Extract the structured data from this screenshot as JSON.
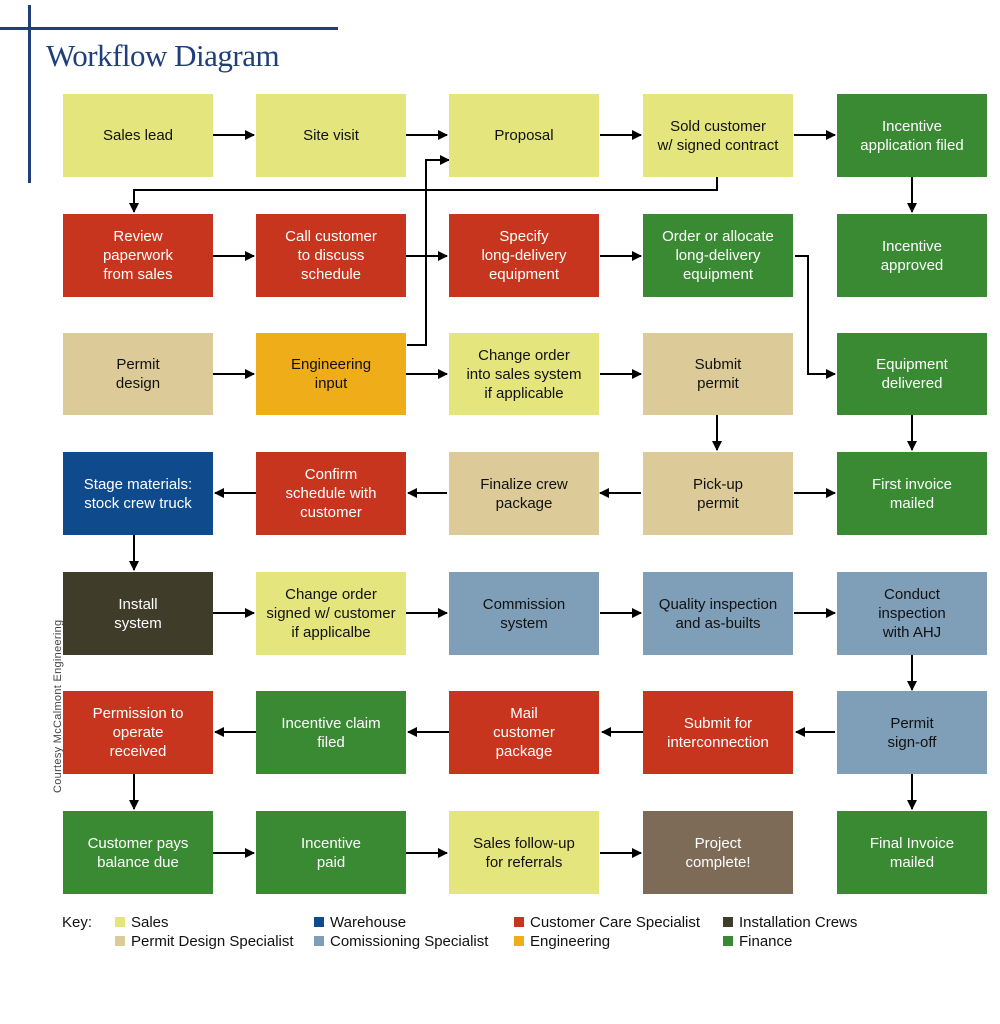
{
  "header": {
    "title": "Workflow Diagram",
    "credit": "Courtesy McCalmont Engineering"
  },
  "colors": {
    "sales": "#e5e57e",
    "permit": "#dccb99",
    "warehouse": "#0f4b8c",
    "commissioning": "#7f9fb8",
    "customer_care": "#c8351f",
    "engineering": "#f0ad1a",
    "installation": "#3f3d2a",
    "finance": "#3a8a33",
    "complete": "#7d6b57"
  },
  "boxes": [
    {
      "id": "sales-lead",
      "label": "Sales lead",
      "role": "sales"
    },
    {
      "id": "site-visit",
      "label": "Site visit",
      "role": "sales"
    },
    {
      "id": "proposal",
      "label": "Proposal",
      "role": "sales"
    },
    {
      "id": "sold-customer",
      "label": "Sold customer\nw/ signed contract",
      "role": "sales"
    },
    {
      "id": "incentive-application",
      "label": "Incentive\napplication filed",
      "role": "finance"
    },
    {
      "id": "review-paperwork",
      "label": "Review\npaperwork\nfrom sales",
      "role": "customer_care"
    },
    {
      "id": "call-customer",
      "label": "Call customer\nto discuss\nschedule",
      "role": "customer_care"
    },
    {
      "id": "specify-equipment",
      "label": "Specify\nlong-delivery\nequipment",
      "role": "customer_care"
    },
    {
      "id": "order-equipment",
      "label": "Order or allocate\nlong-delivery\nequipment",
      "role": "finance"
    },
    {
      "id": "incentive-approved",
      "label": "Incentive\napproved",
      "role": "finance"
    },
    {
      "id": "permit-design",
      "label": "Permit\ndesign",
      "role": "permit"
    },
    {
      "id": "engineering-input",
      "label": "Engineering\ninput",
      "role": "engineering"
    },
    {
      "id": "change-order-sales",
      "label": "Change order\ninto sales system\nif applicable",
      "role": "sales"
    },
    {
      "id": "submit-permit",
      "label": "Submit\npermit",
      "role": "permit"
    },
    {
      "id": "equipment-delivered",
      "label": "Equipment\ndelivered",
      "role": "finance"
    },
    {
      "id": "stage-materials",
      "label": "Stage materials:\nstock crew truck",
      "role": "warehouse"
    },
    {
      "id": "confirm-schedule",
      "label": "Confirm\nschedule with\ncustomer",
      "role": "customer_care"
    },
    {
      "id": "finalize-crew",
      "label": "Finalize crew\npackage",
      "role": "permit"
    },
    {
      "id": "pickup-permit",
      "label": "Pick-up\npermit",
      "role": "permit"
    },
    {
      "id": "first-invoice",
      "label": "First invoice\nmailed",
      "role": "finance"
    },
    {
      "id": "install-system",
      "label": "Install\nsystem",
      "role": "installation"
    },
    {
      "id": "change-order-signed",
      "label": "Change order\nsigned w/ customer\nif applicalbe",
      "role": "sales"
    },
    {
      "id": "commission-system",
      "label": "Commission\nsystem",
      "role": "commissioning"
    },
    {
      "id": "quality-inspection",
      "label": "Quality inspection\nand as-builts",
      "role": "commissioning"
    },
    {
      "id": "conduct-inspection",
      "label": "Conduct\ninspection\nwith AHJ",
      "role": "commissioning"
    },
    {
      "id": "permission-operate",
      "label": "Permission to\noperate\nreceived",
      "role": "customer_care"
    },
    {
      "id": "incentive-claim",
      "label": "Incentive claim\nfiled",
      "role": "finance"
    },
    {
      "id": "mail-package",
      "label": "Mail\ncustomer\npackage",
      "role": "customer_care"
    },
    {
      "id": "submit-interconnection",
      "label": "Submit for\ninterconnection",
      "role": "customer_care"
    },
    {
      "id": "permit-signoff",
      "label": "Permit\nsign-off",
      "role": "commissioning"
    },
    {
      "id": "customer-pays",
      "label": "Customer pays\nbalance due",
      "role": "finance"
    },
    {
      "id": "incentive-paid",
      "label": "Incentive\npaid",
      "role": "finance"
    },
    {
      "id": "sales-followup",
      "label": "Sales follow-up\nfor referrals",
      "role": "sales"
    },
    {
      "id": "project-complete",
      "label": "Project\ncomplete!",
      "role": "complete"
    },
    {
      "id": "final-invoice",
      "label": "Final Invoice\nmailed",
      "role": "finance"
    }
  ],
  "key": {
    "label": "Key:",
    "items": [
      {
        "role": "sales",
        "label": "Sales"
      },
      {
        "role": "permit",
        "label": "Permit Design Specialist"
      },
      {
        "role": "warehouse",
        "label": "Warehouse"
      },
      {
        "role": "commissioning",
        "label": "Comissioning Specialist"
      },
      {
        "role": "customer_care",
        "label": "Customer Care Specialist"
      },
      {
        "role": "engineering",
        "label": "Engineering"
      },
      {
        "role": "installation",
        "label": "Installation Crews"
      },
      {
        "role": "finance",
        "label": "Finance"
      }
    ]
  }
}
